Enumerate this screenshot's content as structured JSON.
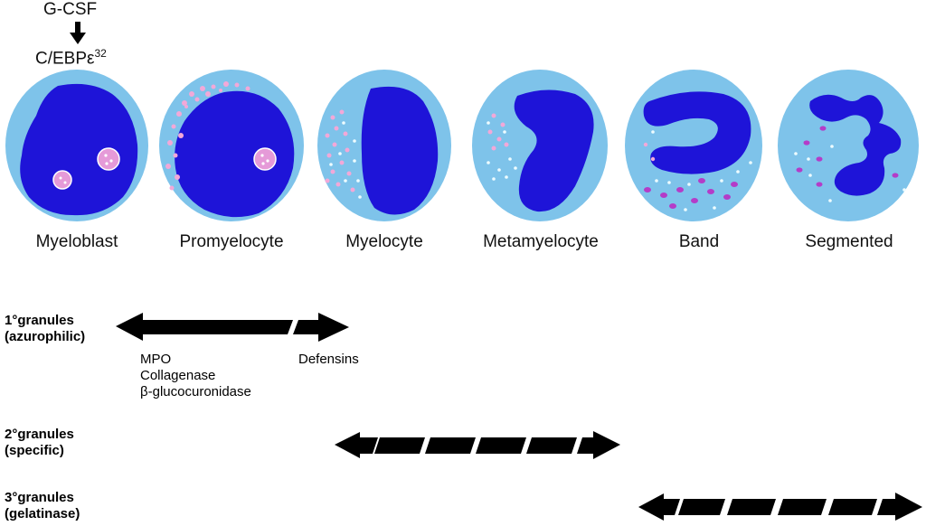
{
  "regulation": {
    "top": "G-CSF",
    "factor": "C/EBPε",
    "ref": "32"
  },
  "stages": [
    {
      "name": "Myeloblast"
    },
    {
      "name": "Promyelocyte"
    },
    {
      "name": "Myelocyte"
    },
    {
      "name": "Metamyelocyte"
    },
    {
      "name": "Band"
    },
    {
      "name": "Segmented"
    }
  ],
  "granules": {
    "primary": {
      "line1": "1°granules",
      "line2": "(azurophilic)",
      "contents": [
        "MPO",
        "Collagenase",
        "β-glucocuronidase"
      ],
      "late_contents": "Defensins"
    },
    "secondary": {
      "line1": "2°granules",
      "line2": "(specific)"
    },
    "tertiary": {
      "line1": "3°granules",
      "line2": "(gelatinase)"
    }
  },
  "colors": {
    "cytoplasm": "#7ec3ea",
    "nucleus": "#1e14d8",
    "azurophilic_granule": "#f2a8d8",
    "specific_granule": "#eefcff",
    "tertiary_granule": "#b43cc8",
    "arrow": "#000000"
  }
}
